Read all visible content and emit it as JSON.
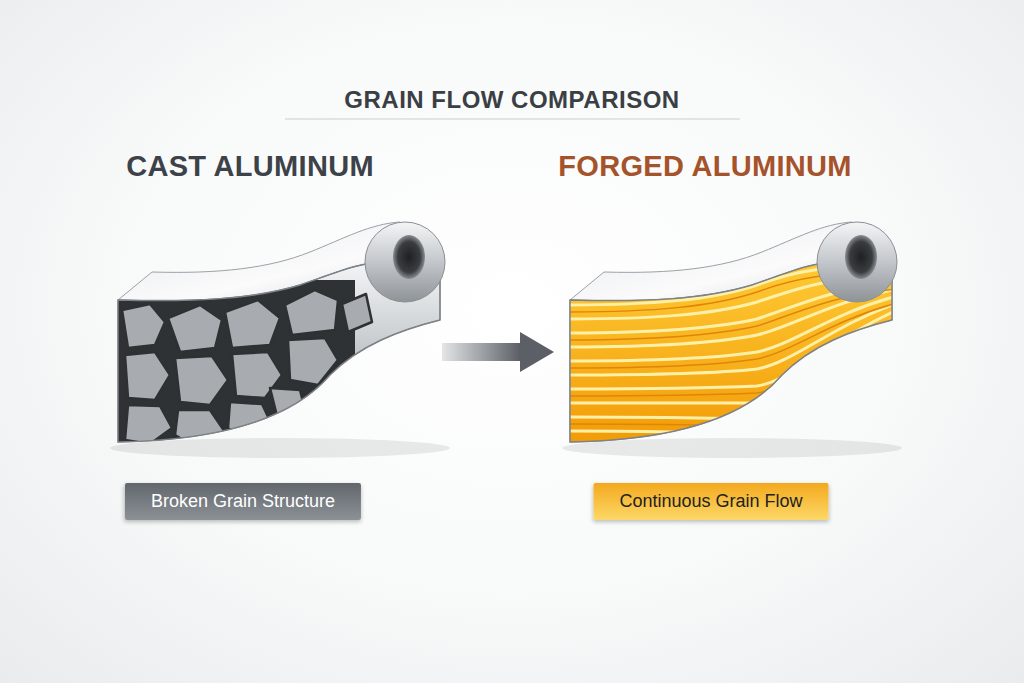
{
  "diagram": {
    "title": "GRAIN FLOW COMPARISON",
    "nodes": [
      {
        "text": [
          "CAST ALUMINUM",
          "Broken Grain Structure"
        ]
      },
      {
        "text": [
          "FORGED ALUMINUM",
          "Continuous Grain Flow"
        ]
      }
    ],
    "edges": [
      {
        "from": 0,
        "to": 1,
        "arrow": "to"
      }
    ]
  }
}
